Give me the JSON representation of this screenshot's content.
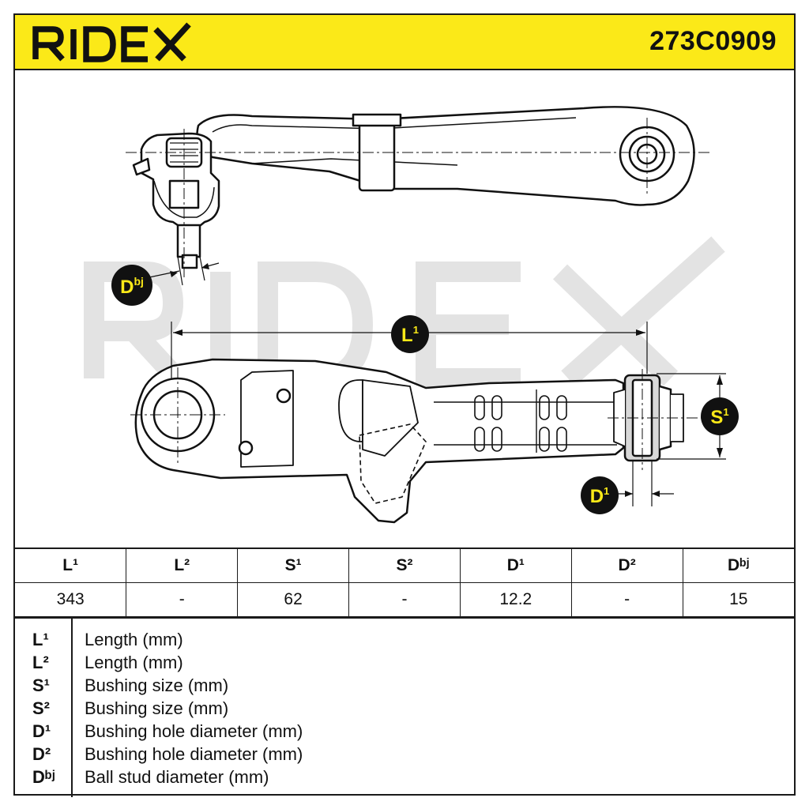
{
  "brand": {
    "logo_text": "RIDEX",
    "accent_color": "#fbe918",
    "watermark_text": "RIDEX"
  },
  "part_number": "273C0909",
  "drawing": {
    "callouts": {
      "dbj": "Dbj",
      "l1": "L1",
      "s1": "S1",
      "d1": "D1"
    }
  },
  "spec_table": {
    "headers": [
      "L¹",
      "L²",
      "S¹",
      "S²",
      "D¹",
      "D²",
      "Dᵇʲ"
    ],
    "values": [
      "343",
      "-",
      "62",
      "-",
      "12.2",
      "-",
      "15"
    ]
  },
  "legend": [
    {
      "code": "L¹",
      "desc": "Length (mm)"
    },
    {
      "code": "L²",
      "desc": "Length (mm)"
    },
    {
      "code": "S¹",
      "desc": "Bushing size (mm)"
    },
    {
      "code": "S²",
      "desc": "Bushing size (mm)"
    },
    {
      "code": "D¹",
      "desc": "Bushing hole diameter (mm)"
    },
    {
      "code": "D²",
      "desc": "Bushing hole diameter (mm)"
    },
    {
      "code": "Dᵇʲ",
      "desc": "Ball stud diameter (mm)"
    }
  ]
}
